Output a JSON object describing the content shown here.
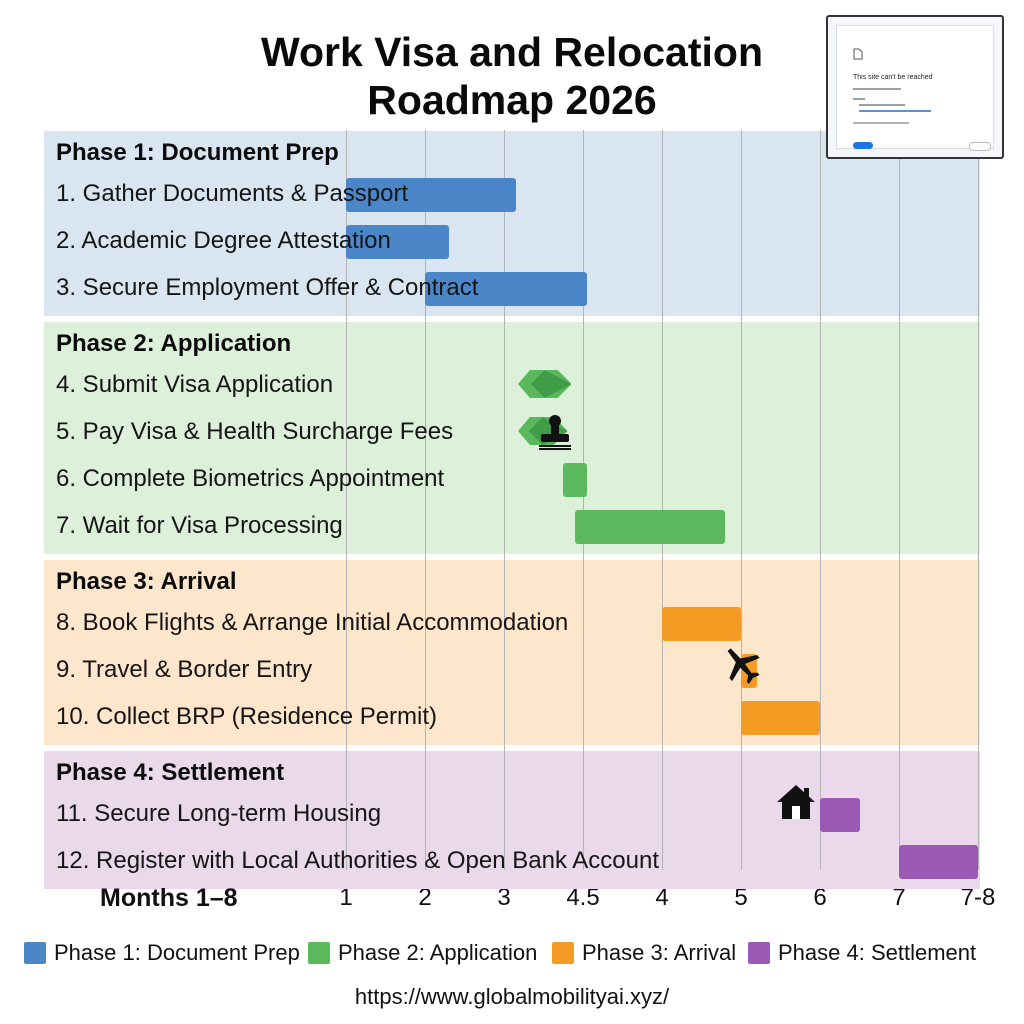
{
  "title": "Work Visa and Relocation Roadmap 2026",
  "url": "https://www.globalmobilityai.xyz/",
  "browser_thumbnail": {
    "heading": "This site can't be reached"
  },
  "icons": [
    "stamp-icon",
    "airplane-icon",
    "house-icon"
  ],
  "colors": {
    "phase1": "#4a86c8",
    "phase2": "#5cb85c",
    "phase3": "#f49b24",
    "phase4": "#9b59b6",
    "phase1_bg": "#d9e6f2",
    "phase2_bg": "#ddf0da",
    "phase3_bg": "#fde6cc",
    "phase4_bg": "#e9d9ea"
  },
  "chart_data": {
    "type": "gantt",
    "title": "Work Visa and Relocation Roadmap 2026",
    "xlabel": "Months 1–8",
    "ticks": [
      {
        "label": "1",
        "value": 1
      },
      {
        "label": "2",
        "value": 2
      },
      {
        "label": "3",
        "value": 3
      },
      {
        "label": "4.5",
        "value": 4
      },
      {
        "label": "4",
        "value": 5
      },
      {
        "label": "5",
        "value": 6
      },
      {
        "label": "6",
        "value": 7
      },
      {
        "label": "7",
        "value": 8
      },
      {
        "label": "7-8",
        "value": 9
      }
    ],
    "grid": true,
    "legend_position": "bottom",
    "phases": [
      {
        "name": "Phase 1: Document Prep",
        "color_key": "phase1",
        "tasks": [
          {
            "label": "1. Gather Documents & Passport",
            "start": 1.0,
            "end": 3.15
          },
          {
            "label": "2. Academic Degree Attestation",
            "start": 1.0,
            "end": 2.3
          },
          {
            "label": "3. Secure Employment Offer & Contract",
            "start": 2.0,
            "end": 4.05
          }
        ]
      },
      {
        "name": "Phase 2: Application",
        "color_key": "phase2",
        "tasks": [
          {
            "label": "4. Submit Visa Application",
            "start": 3.35,
            "end": 3.7,
            "shape": "diamond"
          },
          {
            "label": "5. Pay Visa & Health Surcharge Fees",
            "start": 3.35,
            "end": 3.65,
            "shape": "diamond"
          },
          {
            "label": "6. Complete Biometrics Appointment",
            "start": 3.75,
            "end": 4.05
          },
          {
            "label": "7. Wait for Visa Processing",
            "start": 3.9,
            "end": 5.8
          }
        ]
      },
      {
        "name": "Phase 3: Arrival",
        "color_key": "phase3",
        "tasks": [
          {
            "label": "8. Book Flights & Arrange Initial Accommodation",
            "start": 5.0,
            "end": 6.0
          },
          {
            "label": "9. Travel & Border Entry",
            "start": 6.0,
            "end": 6.2
          },
          {
            "label": "10. Collect BRP (Residence Permit)",
            "start": 6.0,
            "end": 7.0
          }
        ]
      },
      {
        "name": "Phase 4: Settlement",
        "color_key": "phase4",
        "tasks": [
          {
            "label": "11. Secure Long-term Housing",
            "start": 7.0,
            "end": 7.5
          },
          {
            "label": "12. Register with Local Authorities & Open Bank Account",
            "start": 8.0,
            "end": 9.0
          }
        ]
      }
    ]
  }
}
